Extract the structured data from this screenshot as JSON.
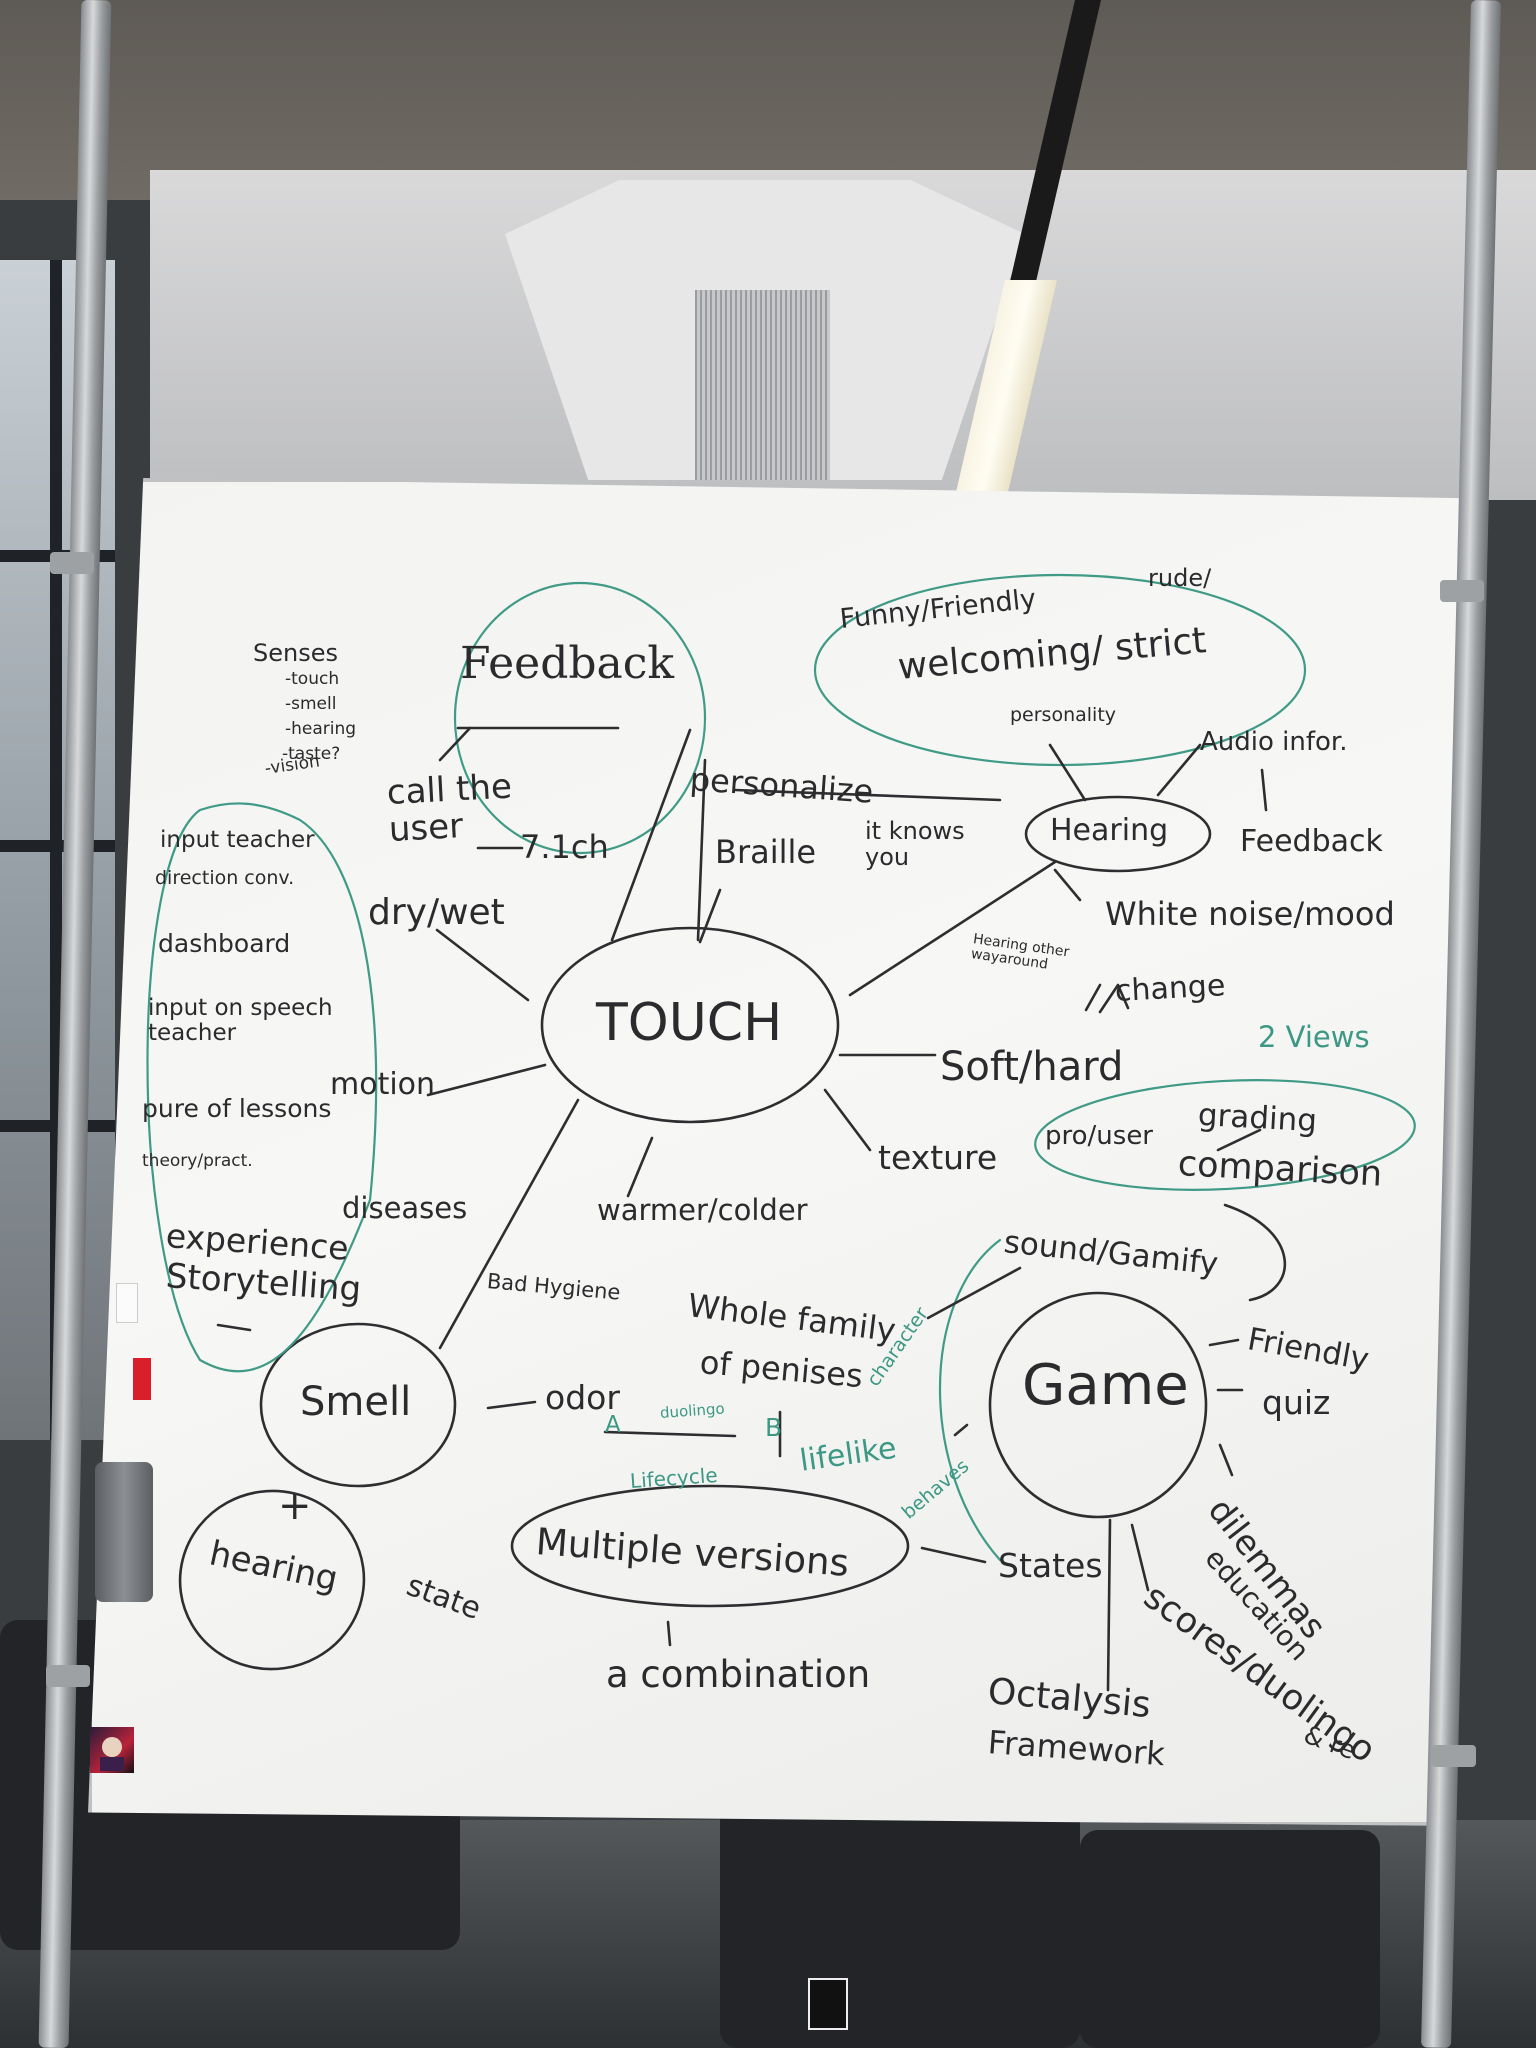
{
  "whiteboard": {
    "ink_color": "#2e2e30",
    "green_ink_color": "#3f9a86",
    "central_node": "TOUCH",
    "senses_list": {
      "heading": "Senses",
      "items": [
        "-touch",
        "-smell",
        "-hearing",
        "-taste?",
        "-vision"
      ]
    },
    "feedback_cluster": {
      "title": "Feedback",
      "call_user": "call the user",
      "time": "7.1ch",
      "personalize": "personalize",
      "knows_you": "it knows you",
      "braille": "Braille",
      "dry_wet": "dry/wet"
    },
    "personality_cluster": {
      "funny": "Funny/Friendly",
      "rude": "rude/",
      "welcoming": "welcoming/ strict",
      "personality": "personality"
    },
    "hearing_cluster": {
      "node": "Hearing",
      "audio_info": "Audio infor.",
      "feedback": "Feedback",
      "white_noise": "White noise/mood",
      "hearing_other": "Hearing other wayaround"
    },
    "touch_branches": {
      "change": "change",
      "two_views": "2 Views",
      "soft_hard": "Soft/hard",
      "grading": "grading",
      "pro_user": "pro/user",
      "comparison": "comparison",
      "texture": "texture",
      "warmer_colder": "warmer/colder",
      "motion": "motion"
    },
    "left_list": {
      "items": [
        "input teacher",
        "direction conv.",
        "dashboard",
        "input on speech teacher",
        "pure of lessons",
        "theory/pract."
      ],
      "diseases": "diseases",
      "experience": "experience",
      "storytelling": "Storytelling"
    },
    "smell_cluster": {
      "node": "Smell",
      "bad_hygiene": "Bad Hygiene",
      "odor": "odor",
      "plus": "+",
      "hearing": "hearing",
      "state": "state"
    },
    "game_cluster": {
      "node": "Game",
      "sound_gamify": "sound/Gamify",
      "whole_family": "Whole family",
      "of_penises": "of penises",
      "friendly": "Friendly",
      "quiz": "quiz",
      "character": "character",
      "lifelike": "lifelike",
      "behaves": "behaves",
      "dilemmas": "dilemmas",
      "education": "education",
      "scores": "scores/duolingo",
      "and_more": "& re",
      "states": "States",
      "octalysis": "Octalysis",
      "framework": "Framework"
    },
    "versions_cluster": {
      "a_b": "A",
      "duolingo": "duolingo",
      "b_label": "B",
      "lifecycle": "Lifecycle",
      "multiple_versions": "Multiple versions",
      "combination": "a combination"
    }
  }
}
